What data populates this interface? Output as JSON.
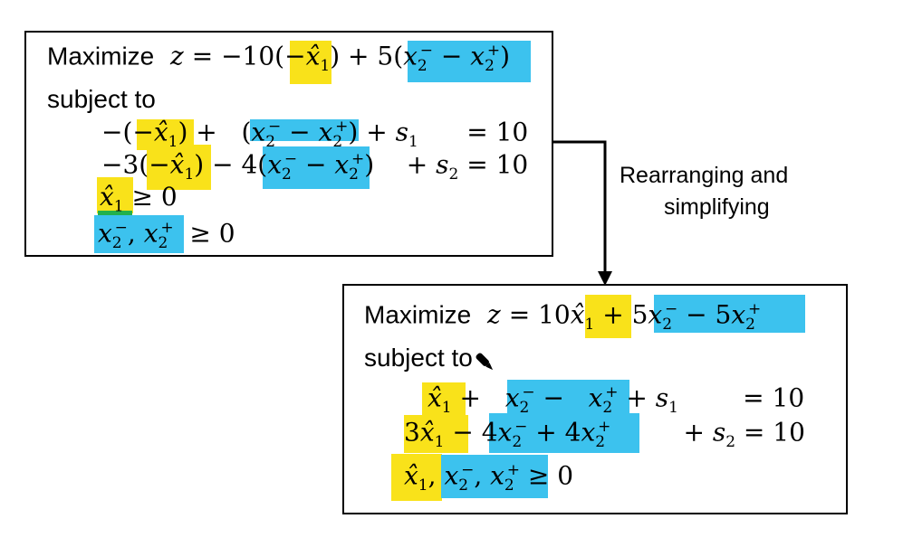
{
  "top_box": {
    "objective": "Maximize  z = −10(−x̂₁) + 5(x₂⁻ − x₂⁺)",
    "subject_to": "subject to",
    "c1": "−(−x̂₁) +   (x₂⁻ − x₂⁺) + s₁      = 10",
    "c2": "−3(−x̂₁) − 4(x₂⁻ − x₂⁺)    + s₂ = 10",
    "c3": "x̂₁ ≥ 0",
    "c4": "x₂⁻, x₂⁺  ≥ 0"
  },
  "arrow_label": {
    "line1": "Rearranging and",
    "line2": "simplifying"
  },
  "bottom_box": {
    "objective": "Maximize  z = 10x̂₁ + 5x₂⁻ − 5x₂⁺",
    "subject_to": "subject to",
    "c1": "x̂₁ +   x₂⁻ −   x₂⁺ + s₁        = 10",
    "c2": "3x̂₁ − 4x₂⁻ + 4x₂⁺         + s₂ = 10",
    "c3": "x̂₁, x₂⁻, x₂⁺ ≥ 0"
  },
  "colors": {
    "highlight_yellow": "#f9e21a",
    "highlight_blue": "#3cc2ee",
    "highlight_green": "#22b14c",
    "border": "#000000"
  },
  "icons": [
    "pen-cursor-icon"
  ]
}
